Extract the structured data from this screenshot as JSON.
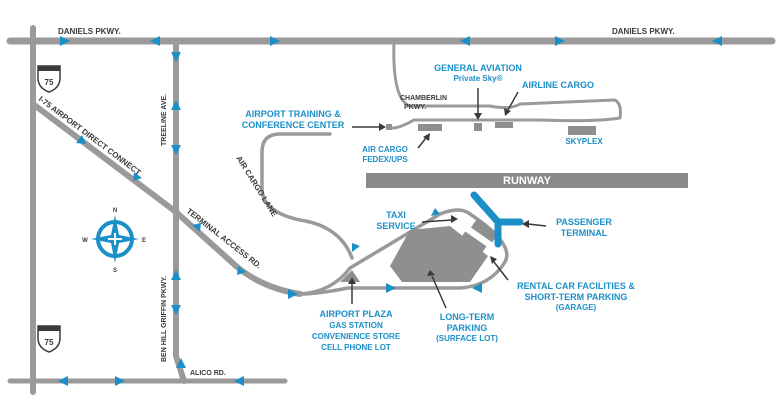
{
  "roads": {
    "daniels_pkwy_west": "DANIELS PKWY.",
    "daniels_pkwy_east": "DANIELS PKWY.",
    "i75_connect": "I-75 AIRPORT DIRECT CONNECT",
    "treeline": "TREELINE AVE.",
    "chamberlin_1": "CHAMBERLIN",
    "chamberlin_2": "PKWY.",
    "air_cargo_lane": "AIR CARGO LANE",
    "terminal_access": "TERMINAL ACCESS RD.",
    "ben_hill": "BEN HILL GRIFFIN PKWY.",
    "alico": "ALICO RD.",
    "runway": "RUNWAY"
  },
  "shields": {
    "top": "75",
    "bottom": "75"
  },
  "compass": {
    "n": "N",
    "s": "S",
    "e": "E",
    "w": "W"
  },
  "places": {
    "general_aviation_1": "GENERAL AVIATION",
    "general_aviation_2": "Private Sky®",
    "airline_cargo": "AIRLINE CARGO",
    "training_1": "AIRPORT TRAINING &",
    "training_2": "CONFERENCE CENTER",
    "air_cargo_1": "AIR CARGO",
    "air_cargo_2": "FEDEX/UPS",
    "skyplex": "SKYPLEX",
    "taxi_1": "TAXI",
    "taxi_2": "SERVICE",
    "passenger_1": "PASSENGER",
    "passenger_2": "TERMINAL",
    "rental_1": "RENTAL CAR FACILITIES &",
    "rental_2": "SHORT-TERM PARKING",
    "rental_3": "(GARAGE)",
    "plaza_1": "AIRPORT PLAZA",
    "plaza_2": "GAS STATION",
    "plaza_3": "CONVENIENCE STORE",
    "plaza_4": "CELL PHONE LOT",
    "longterm_1": "LONG-TERM",
    "longterm_2": "PARKING",
    "longterm_3": "(SURFACE LOT)"
  },
  "colors": {
    "accent": "#1b8fc8",
    "road": "#9a9a9a",
    "building": "#8f8f8f",
    "runway": "#8a8a8a"
  }
}
